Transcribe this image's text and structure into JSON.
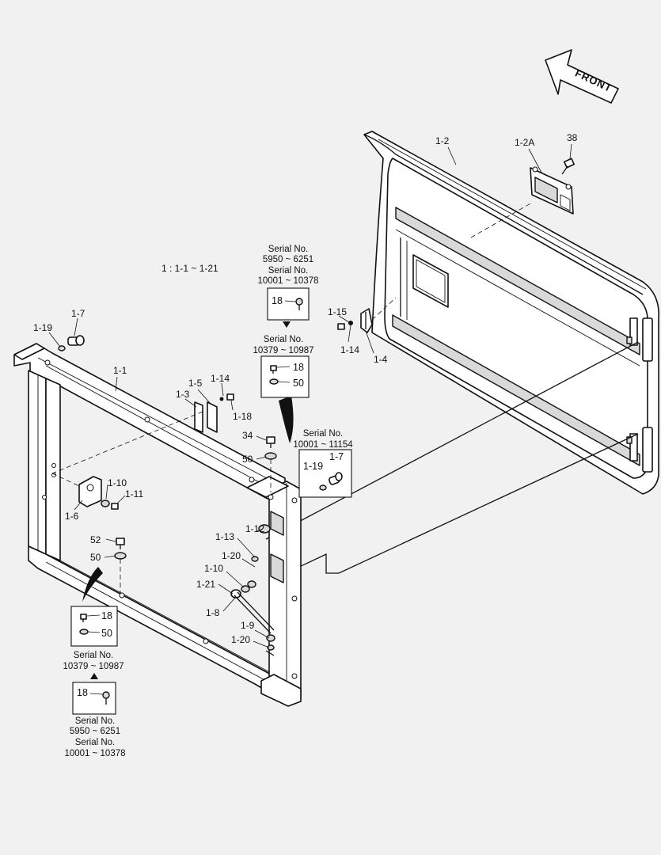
{
  "front_label": "FRONT",
  "range_label": "1 : 1-1 ~ 1-21",
  "callouts": {
    "c_1_2": "1-2",
    "c_1_2a": "1-2A",
    "c_38": "38",
    "c_1_15": "1-15",
    "c_1_14_b": "1-14",
    "c_1_4": "1-4",
    "c_1_7_top": "1-7",
    "c_1_19_top": "1-19",
    "c_1_1": "1-1",
    "c_1_5": "1-5",
    "c_1_14_a": "1-14",
    "c_1_3": "1-3",
    "c_1_18": "1-18",
    "c_34": "34",
    "c_50_mid": "50",
    "c_1_10_a": "1-10",
    "c_1_11": "1-11",
    "c_1_6": "1-6",
    "c_52": "52",
    "c_50_low": "50",
    "c_1_13": "1-13",
    "c_1_12": "1-12",
    "c_1_20_a": "1-20",
    "c_1_10_b": "1-10",
    "c_1_21": "1-21",
    "c_1_8": "1-8",
    "c_1_9": "1-9",
    "c_1_20_b": "1-20"
  },
  "serial_boxes": {
    "top_old": {
      "lines": [
        "Serial No.",
        "5950 ~ 6251",
        "Serial No.",
        "10001 ~ 10378"
      ],
      "items": [
        "18"
      ]
    },
    "top_new": {
      "lines": [
        "Serial No.",
        "10379 ~ 10987"
      ],
      "items": [
        "18",
        "50"
      ]
    },
    "mid_knob": {
      "lines": [
        "Serial No.",
        "10001 ~ 11154"
      ],
      "items": [
        "1-19",
        "1-7"
      ]
    },
    "bottom_new": {
      "lines": [
        "Serial No.",
        "10379 ~ 10987"
      ],
      "items": [
        "18",
        "50"
      ]
    },
    "bottom_old": {
      "lines": [
        "Serial No.",
        "5950 ~ 6251",
        "Serial No.",
        "10001 ~ 10378"
      ],
      "items": [
        "18"
      ]
    }
  }
}
